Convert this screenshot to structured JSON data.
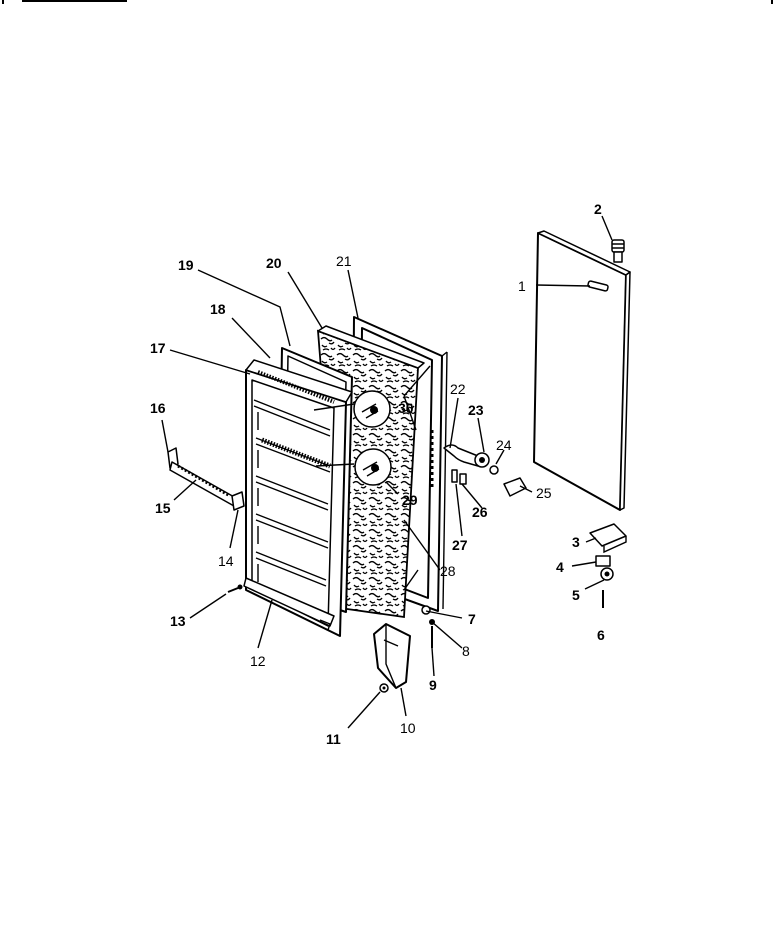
{
  "diagram": {
    "labels": [
      {
        "id": "1",
        "text": "1",
        "bold": false
      },
      {
        "id": "2",
        "text": "2",
        "bold": true
      },
      {
        "id": "3",
        "text": "3",
        "bold": true
      },
      {
        "id": "4",
        "text": "4",
        "bold": true
      },
      {
        "id": "5",
        "text": "5",
        "bold": true
      },
      {
        "id": "6",
        "text": "6",
        "bold": true
      },
      {
        "id": "7",
        "text": "7",
        "bold": true
      },
      {
        "id": "8",
        "text": "8",
        "bold": false
      },
      {
        "id": "9",
        "text": "9",
        "bold": true
      },
      {
        "id": "10",
        "text": "10",
        "bold": false
      },
      {
        "id": "11",
        "text": "11",
        "bold": true
      },
      {
        "id": "12",
        "text": "12",
        "bold": false
      },
      {
        "id": "13",
        "text": "13",
        "bold": true
      },
      {
        "id": "14",
        "text": "14",
        "bold": false
      },
      {
        "id": "15",
        "text": "15",
        "bold": true
      },
      {
        "id": "16",
        "text": "16",
        "bold": true
      },
      {
        "id": "17",
        "text": "17",
        "bold": true
      },
      {
        "id": "18",
        "text": "18",
        "bold": true
      },
      {
        "id": "19",
        "text": "19",
        "bold": true
      },
      {
        "id": "20",
        "text": "20",
        "bold": true
      },
      {
        "id": "21",
        "text": "21",
        "bold": false
      },
      {
        "id": "22",
        "text": "22",
        "bold": false
      },
      {
        "id": "23",
        "text": "23",
        "bold": true
      },
      {
        "id": "24",
        "text": "24",
        "bold": false
      },
      {
        "id": "25",
        "text": "25",
        "bold": false
      },
      {
        "id": "26",
        "text": "26",
        "bold": true
      },
      {
        "id": "27",
        "text": "27",
        "bold": true
      },
      {
        "id": "28",
        "text": "28",
        "bold": false
      },
      {
        "id": "29",
        "text": "29",
        "bold": true
      },
      {
        "id": "30",
        "text": "30",
        "bold": true
      }
    ]
  }
}
